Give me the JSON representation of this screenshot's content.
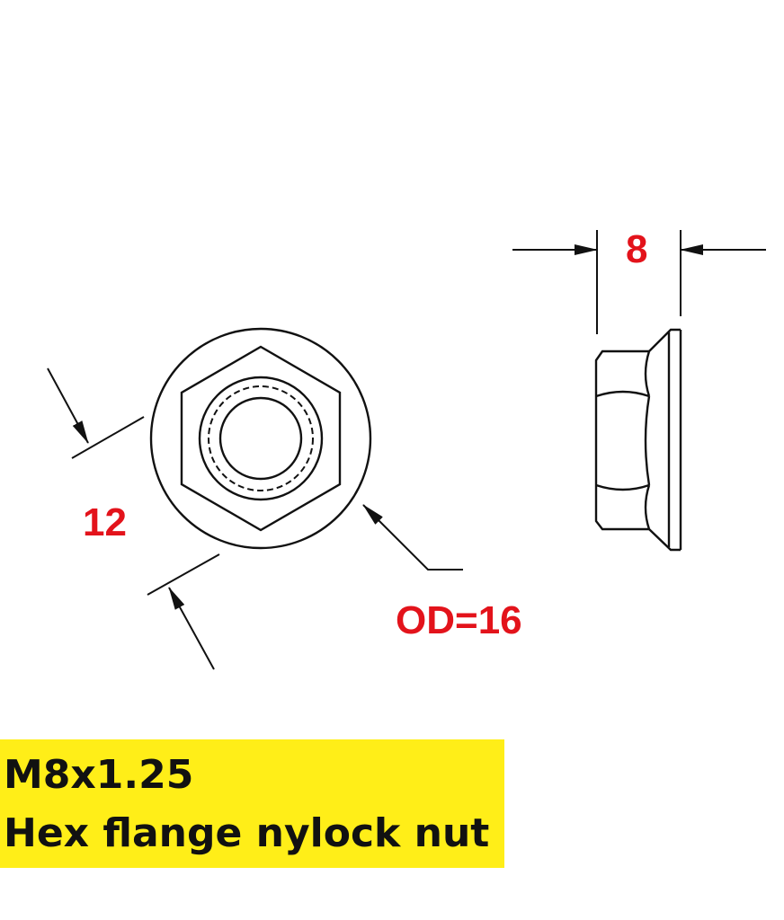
{
  "colors": {
    "dimension_text": "#e3131b",
    "label_background": "#ffee18",
    "line": "#111111",
    "label_text": "#111111"
  },
  "dimensions": {
    "thickness": "8",
    "across_flats": "12",
    "outer_diameter": "OD=16"
  },
  "product_label": {
    "size": "M8x1.25",
    "name": "Hex flange nylock nut"
  }
}
